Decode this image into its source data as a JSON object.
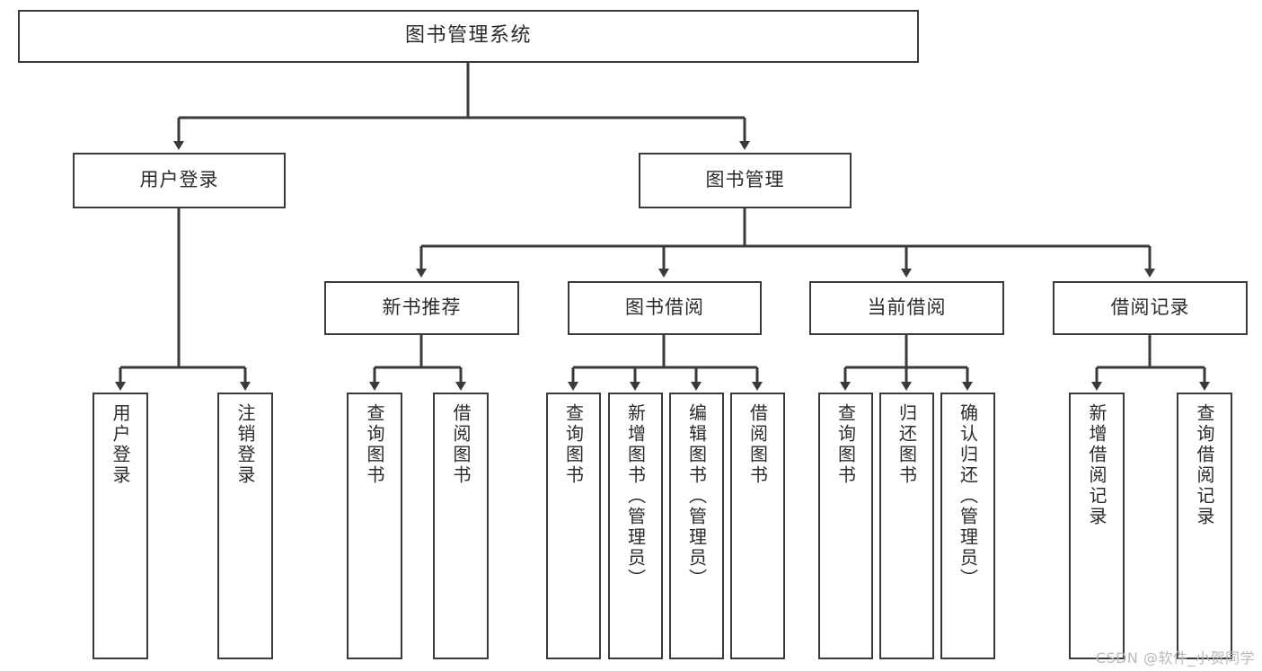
{
  "diagram": {
    "title": "图书管理系统",
    "watermark": "CSDN @软件_小贺同学"
  },
  "nodes": {
    "root": {
      "label": "图书管理系统"
    },
    "level2": [
      {
        "label": "用户登录"
      },
      {
        "label": "图书管理"
      }
    ],
    "level3": [
      {
        "label": "新书推荐"
      },
      {
        "label": "图书借阅"
      },
      {
        "label": "当前借阅"
      },
      {
        "label": "借阅记录"
      }
    ],
    "leaves": {
      "user_login": [
        {
          "label": "用户登录"
        },
        {
          "label": "注销登录"
        }
      ],
      "new_book": [
        {
          "label": "查询图书"
        },
        {
          "label": "借阅图书"
        }
      ],
      "borrow_book": [
        {
          "label": "查询图书"
        },
        {
          "label": "新增图书（管理员）"
        },
        {
          "label": "编辑图书（管理员）"
        },
        {
          "label": "借阅图书"
        }
      ],
      "current_borrow": [
        {
          "label": "查询图书"
        },
        {
          "label": "归还图书"
        },
        {
          "label": "确认归还（管理员）"
        }
      ],
      "borrow_record": [
        {
          "label": "新增借阅记录"
        },
        {
          "label": "查询借阅记录"
        }
      ]
    }
  },
  "style": {
    "line_color": "#3a3a3a",
    "box_border": "#3a3a3a",
    "box_fill": "#ffffff",
    "text_color": "#2b2b2b",
    "watermark_color": "#b9b9b9"
  }
}
